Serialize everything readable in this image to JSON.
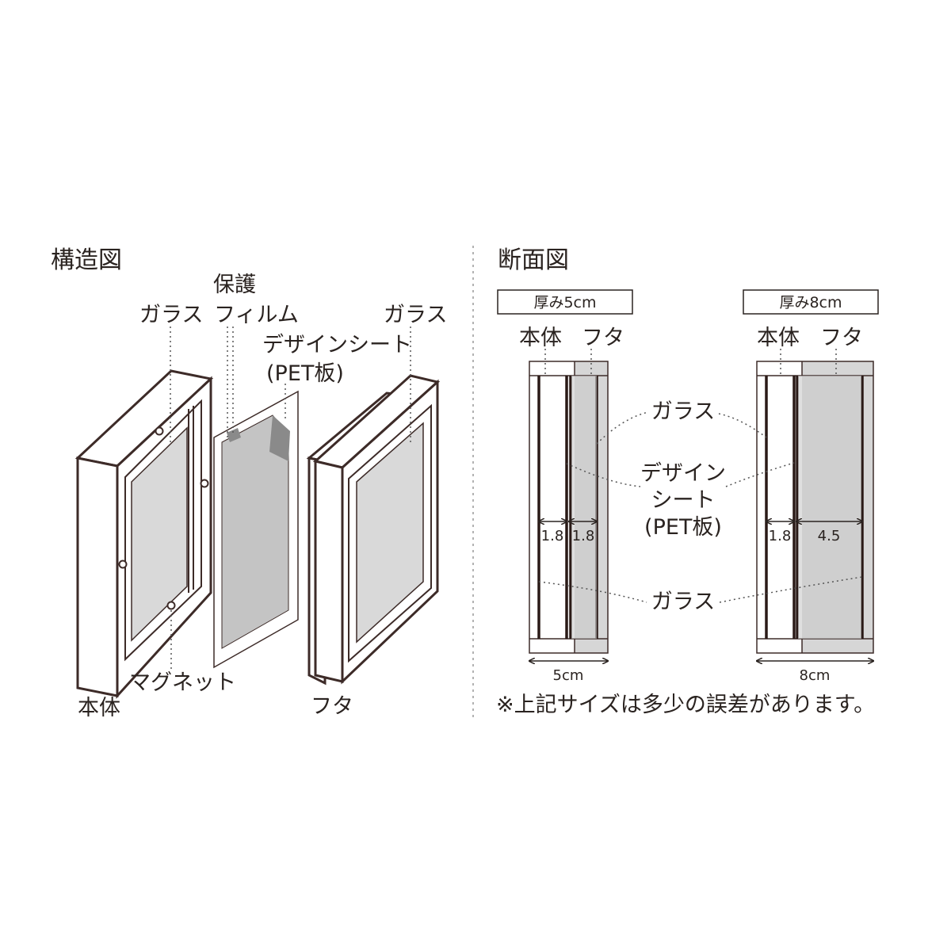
{
  "structure": {
    "title": "構造図",
    "labels": {
      "glass_left": "ガラス",
      "film_line1": "保護",
      "film_line2": "フィルム",
      "sheet_line1": "デザインシート",
      "sheet_line2": "(PET板)",
      "glass_right": "ガラス",
      "magnet": "マグネット",
      "body": "本体",
      "lid": "フタ"
    }
  },
  "section": {
    "title": "断面図",
    "left": {
      "thickness_box": "厚み5cm",
      "body_label": "本体",
      "lid_label": "フタ",
      "dim_body": "1.8",
      "dim_lid": "1.8",
      "width_label": "5cm"
    },
    "right": {
      "thickness_box": "厚み8cm",
      "body_label": "本体",
      "lid_label": "フタ",
      "dim_body": "1.8",
      "dim_lid": "4.5",
      "width_label": "8cm"
    },
    "callouts": {
      "glass_top": "ガラス",
      "sheet_line1": "デザイン",
      "sheet_line2": "シート",
      "sheet_line3": "(PET板)",
      "glass_bottom": "ガラス"
    },
    "note": "※上記サイズは多少の誤差があります。"
  },
  "colors": {
    "line": "#3d2b28",
    "glass_fill": "#d9d9d9",
    "lid_fill": "#d6d6d6",
    "sheet_fill": "#c4c4c4"
  }
}
